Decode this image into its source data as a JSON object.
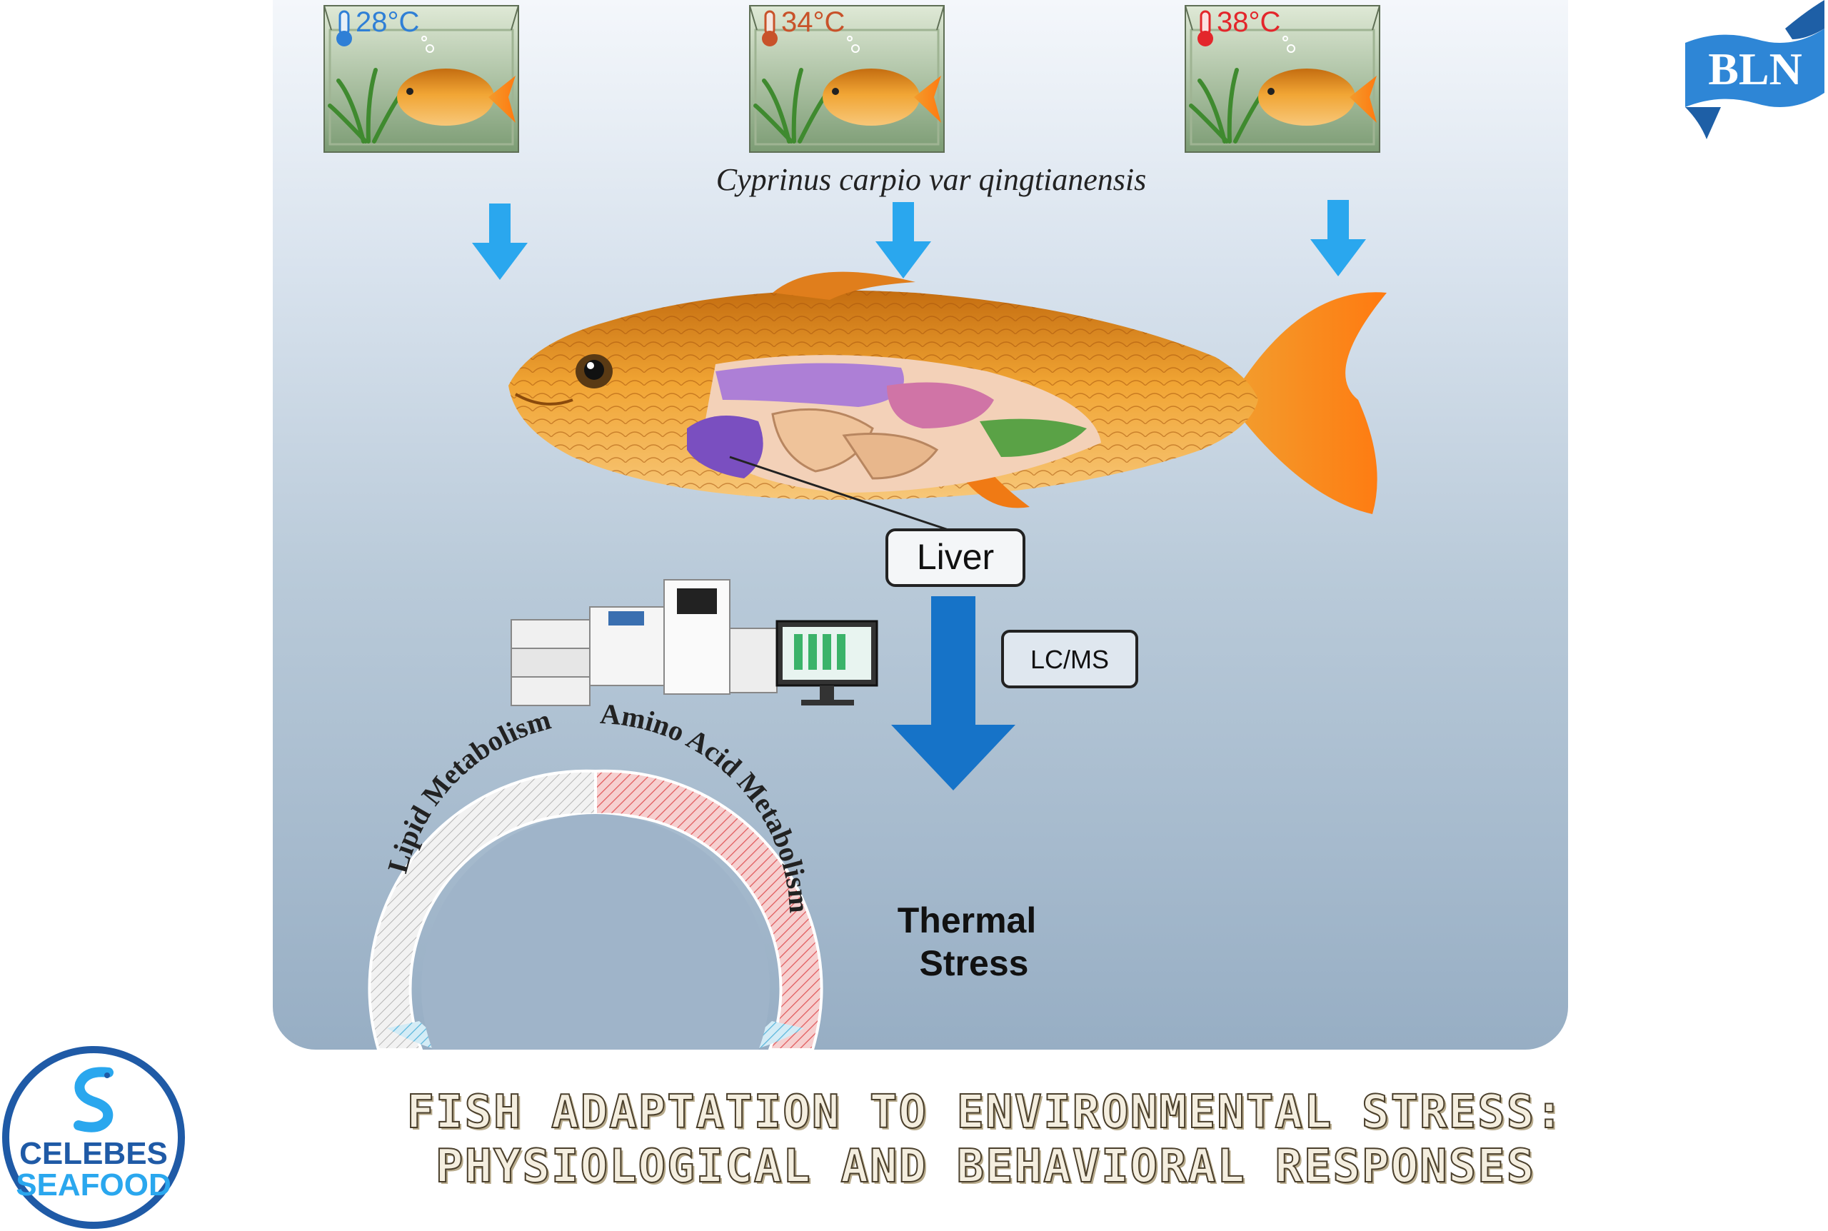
{
  "diagram": {
    "temperatures": [
      "28°C",
      "34°C",
      "38°C"
    ],
    "species": "Cyprinus carpio var qingtianensis",
    "organ_label": "Liver",
    "method_label": "LC/MS",
    "ring_segments": [
      "Lipid Metabolism",
      "Amino Acid Metabolism"
    ],
    "center_line1": "Thermal",
    "center_line2": "Stress",
    "colors": {
      "cold": "#2f7fd6",
      "warm": "#c8522a",
      "hot": "#e3262b",
      "arrow": "#2aa7ee",
      "arrow_dark": "#1673c8",
      "fish": "#e89a2a"
    }
  },
  "title": {
    "line1": "FISH ADAPTATION TO ENVIRONMENTAL STRESS:",
    "line2": "PHYSIOLOGICAL AND BEHAVIORAL RESPONSES"
  },
  "logos": {
    "left_top": "CELEBES",
    "left_bottom": "SEAFOOD",
    "right": "BLN"
  }
}
